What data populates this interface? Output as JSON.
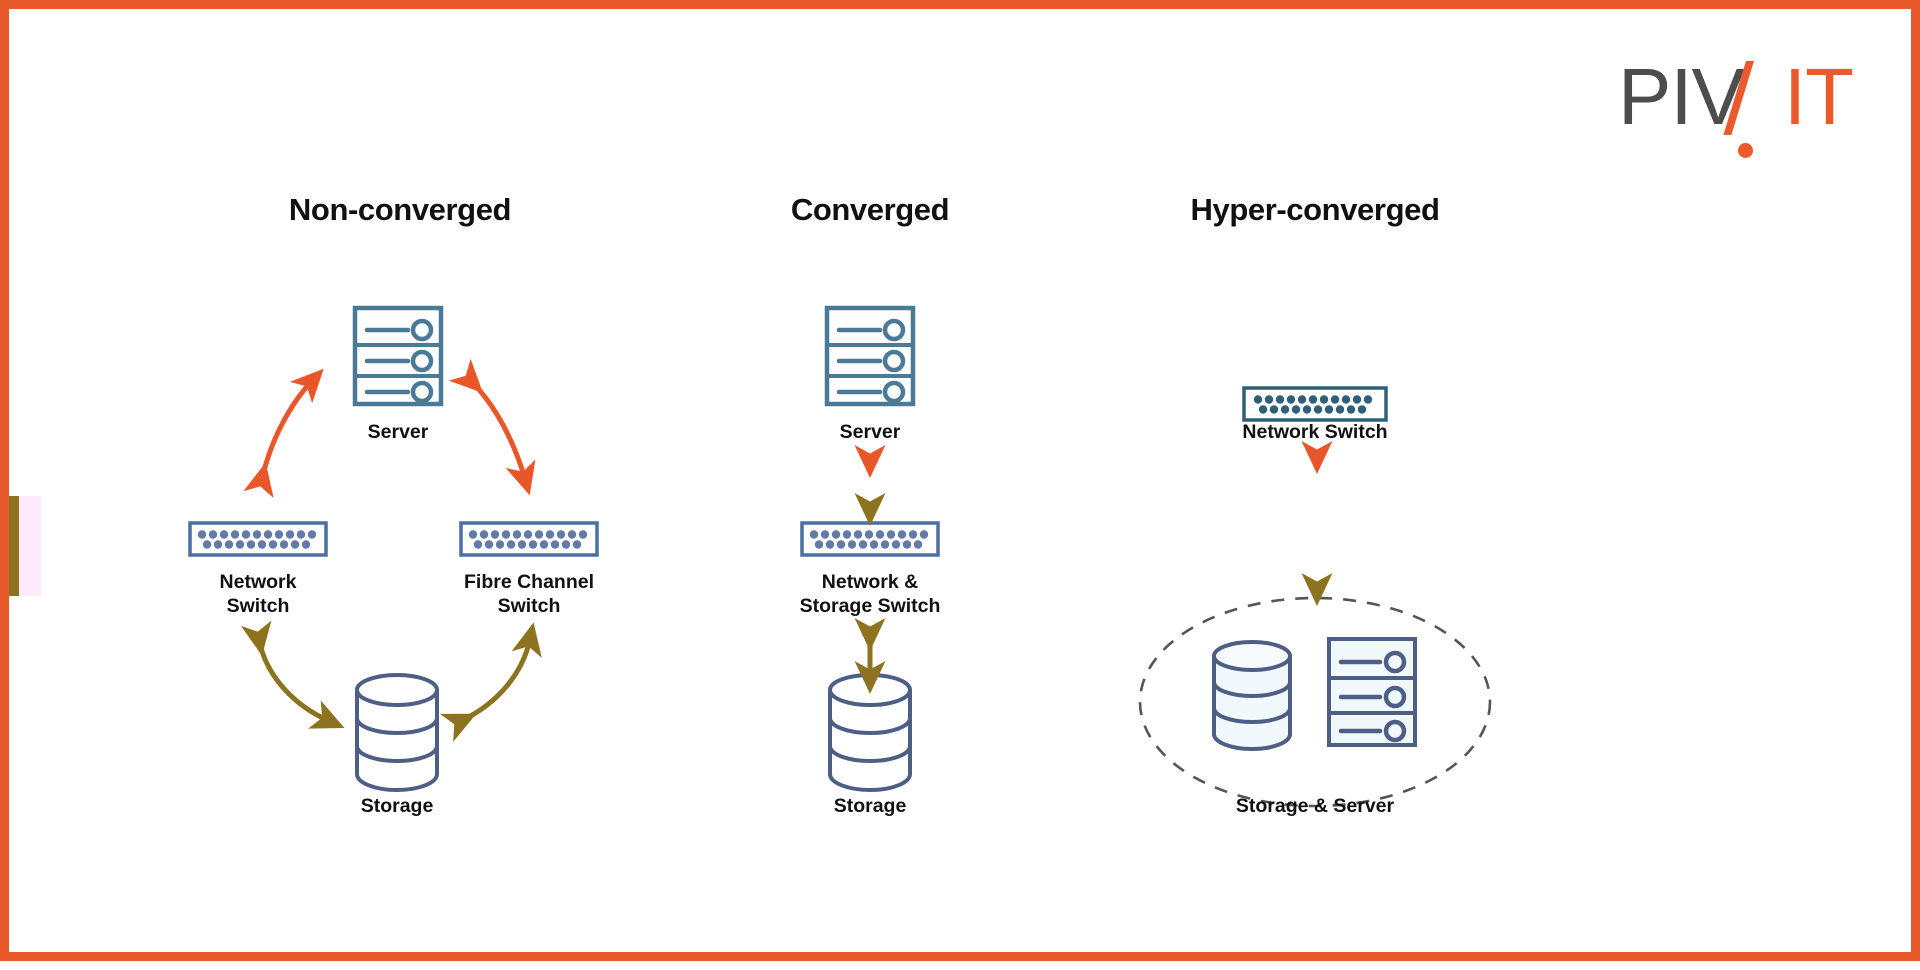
{
  "brand": {
    "logo_part_dark": "PIV",
    "logo_part_accent": "IT",
    "accent_color": "#ea5a2b",
    "dark_color": "#4d4d4d",
    "border_color": "#e8592b"
  },
  "palette": {
    "icon_stroke": "#4a7a96",
    "icon_stroke_dark": "#4e5f85",
    "icon_fill_light": "#f2f9fd",
    "arrow_orange": "#e8562a",
    "arrow_olive": "#8d7320",
    "ellipse_dash": "#555555",
    "text": "#111111"
  },
  "columns": [
    {
      "id": "non-converged",
      "title": "Non-converged",
      "nodes": [
        {
          "id": "server",
          "label": "Server",
          "icon": "server-icon"
        },
        {
          "id": "network-switch",
          "label": "Network\nSwitch",
          "icon": "network-switch-icon"
        },
        {
          "id": "fibre-channel-switch",
          "label": "Fibre Channel\nSwitch",
          "icon": "network-switch-icon"
        },
        {
          "id": "storage",
          "label": "Storage",
          "icon": "storage-icon"
        }
      ],
      "connections": [
        {
          "from": "network-switch",
          "to": "server",
          "style": "curved-double-arrow",
          "color": "#e8562a"
        },
        {
          "from": "server",
          "to": "fibre-channel-switch",
          "style": "curved-double-arrow",
          "color": "#e8562a"
        },
        {
          "from": "network-switch",
          "to": "storage",
          "style": "curved-double-arrow",
          "color": "#8d7320"
        },
        {
          "from": "storage",
          "to": "fibre-channel-switch",
          "style": "curved-double-arrow",
          "color": "#8d7320"
        }
      ]
    },
    {
      "id": "converged",
      "title": "Converged",
      "nodes": [
        {
          "id": "server",
          "label": "Server",
          "icon": "server-icon"
        },
        {
          "id": "network-storage-switch",
          "label": "Network &\nStorage Switch",
          "icon": "network-switch-icon"
        },
        {
          "id": "storage",
          "label": "Storage",
          "icon": "storage-icon"
        }
      ],
      "connections": [
        {
          "from": "network-storage-switch",
          "to": "server",
          "style": "vertical-double-arrow",
          "color": "#e8562a"
        },
        {
          "from": "network-storage-switch",
          "to": "storage",
          "style": "vertical-double-arrow",
          "color": "#8d7320"
        }
      ]
    },
    {
      "id": "hyper-converged",
      "title": "Hyper-converged",
      "nodes": [
        {
          "id": "network-switch",
          "label": "Network Switch",
          "icon": "network-switch-icon"
        },
        {
          "id": "storage-and-server",
          "label": "Storage & Server",
          "icon": "storage-server-group-icon"
        }
      ],
      "connections": [
        {
          "from": "storage-and-server",
          "to": "network-switch",
          "style": "vertical-double-arrow",
          "color": "#e8562a"
        }
      ],
      "grouping": "dashed-ellipse"
    }
  ]
}
